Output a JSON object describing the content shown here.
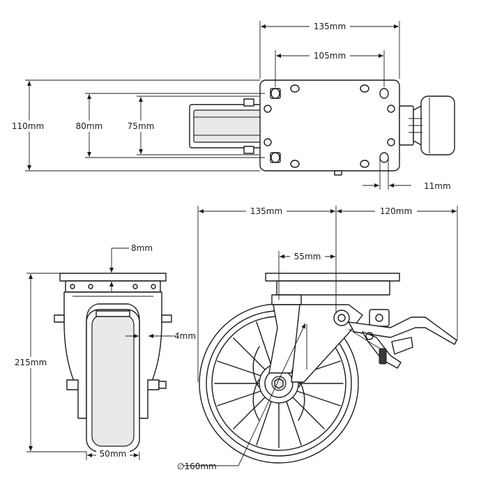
{
  "dimensions": {
    "top_plate_width": "135mm",
    "top_hole_spacing_x": "105mm",
    "top_height": "110mm",
    "top_hole_spacing_y_outer": "80mm",
    "top_hole_spacing_y_inner": "75mm",
    "top_hole_diameter": "11mm",
    "side_offset": "135mm",
    "side_brake_reach": "120mm",
    "side_offset_inner": "55mm",
    "front_plate_thickness": "8mm",
    "front_total_height": "215mm",
    "front_fork_gap": "4mm",
    "front_wheel_width": "50mm",
    "wheel_diameter": "∅160mm"
  },
  "colors": {
    "line": "#1a1a1a",
    "background": "#ffffff",
    "shade": "#e9e9e9"
  }
}
